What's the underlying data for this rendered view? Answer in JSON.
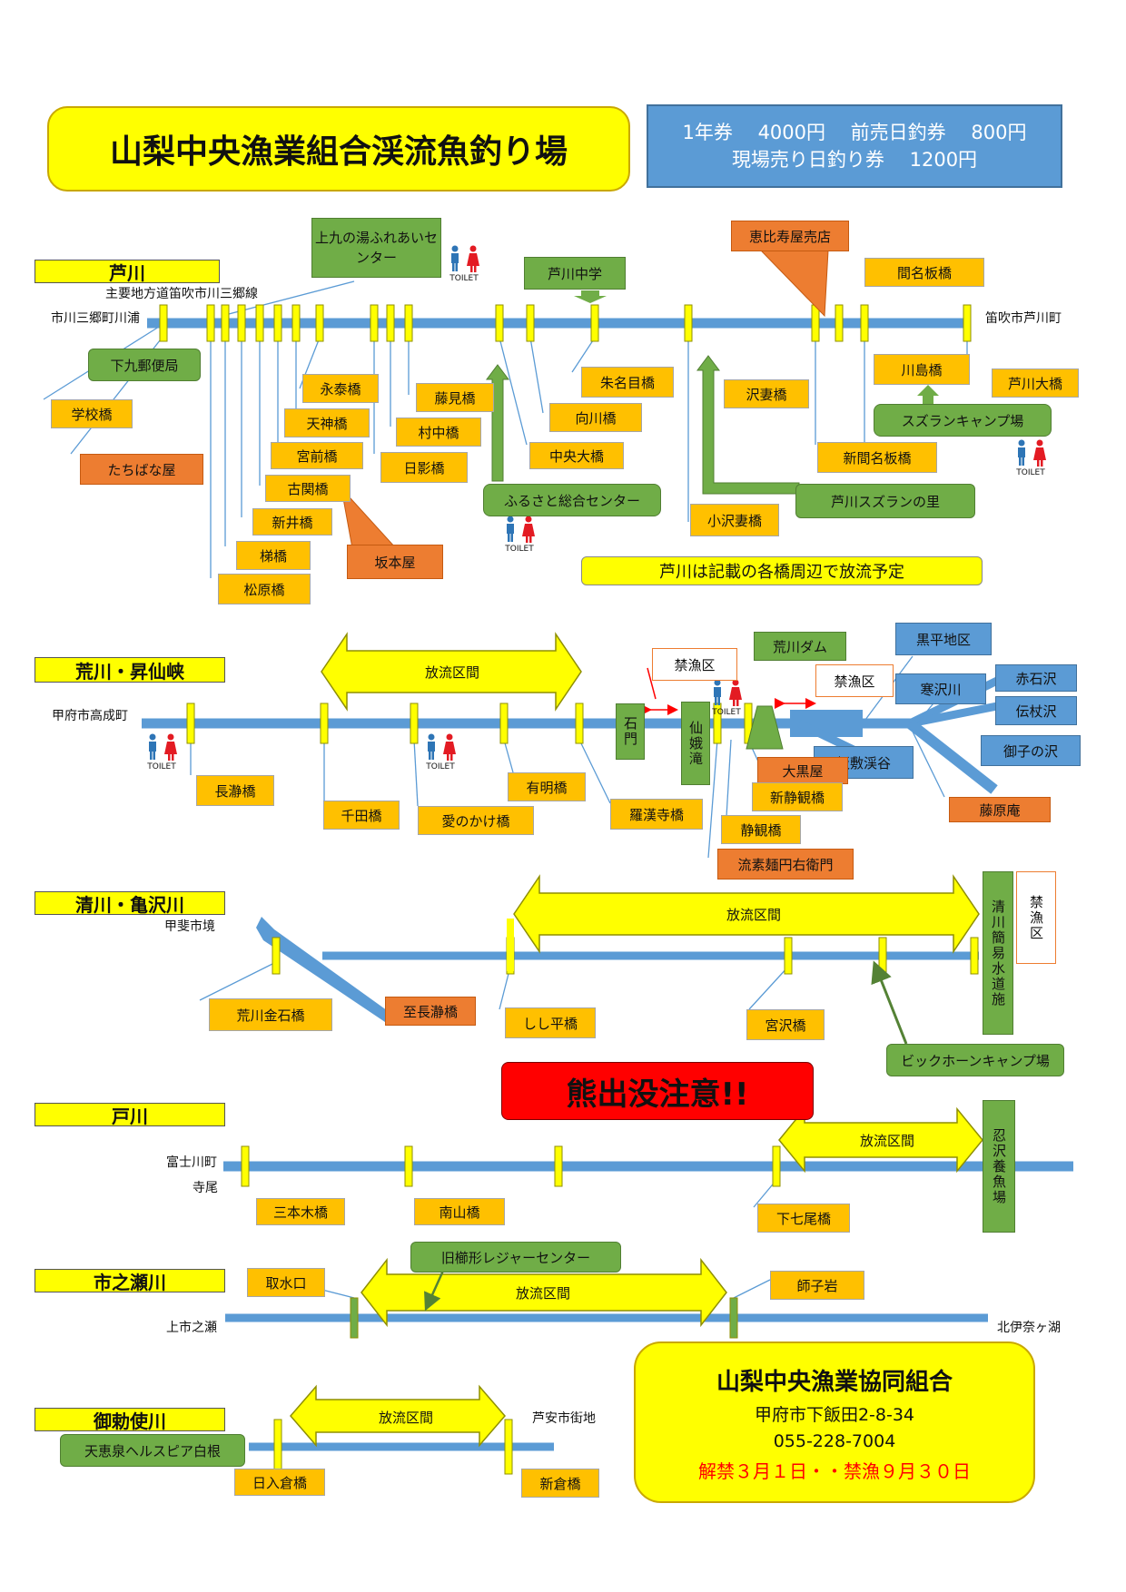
{
  "title": "山梨中央漁業組合渓流魚釣り場",
  "prices": {
    "line1": "1年券　 4000円　 前売日釣券　 800円",
    "line2": "現場売り日釣り券　 1200円"
  },
  "sections": {
    "ashigawa": {
      "name": "芦川",
      "road": "主要地方道笛吹市川三郷線",
      "left_end": "市川三郷町川浦",
      "right_end": "笛吹市芦川町",
      "note": "芦川は記載の各橋周辺で放流予定",
      "labels": {
        "kamikuno": "上九の湯ふれあいセンター",
        "ebisuya": "恵比寿屋売店",
        "ashigawa_jhs": "芦川中学",
        "manaita": "間名板橋",
        "shimokuku_po": "下九郵便局",
        "gakko": "学校橋",
        "tachibanaya": "たちばな屋",
        "eitai": "永泰橋",
        "tenjin": "天神橋",
        "miyamae": "宮前橋",
        "furuseki": "古関橋",
        "arai": "新井橋",
        "hashigo": "梯橋",
        "matsubara": "松原橋",
        "sakamotoya": "坂本屋",
        "fujimi": "藤見橋",
        "muranaka": "村中橋",
        "hikage": "日影橋",
        "furusato": "ふるさと総合センター",
        "shumeime": "朱名目橋",
        "mukaikawa": "向川橋",
        "chuo": "中央大橋",
        "sawazuma": "沢妻橋",
        "kozawazuma": "小沢妻橋",
        "suzuran_sato": "芦川スズランの里",
        "kawashima": "川島橋",
        "ashigawa_ohashi": "芦川大橋",
        "suzuran_camp": "スズランキャンプ場",
        "shin_manaita": "新間名板橋"
      }
    },
    "arakawa": {
      "name": "荒川・昇仙峡",
      "left_end": "甲府市高成町",
      "release": "放流区間",
      "labels": {
        "kinryo1": "禁漁区",
        "kinryo2": "禁漁区",
        "arakawa_dam": "荒川ダム",
        "kurobira": "黒平地区",
        "kanzawa": "寒沢川",
        "akaishi": "赤石沢",
        "denjo": "伝杖沢",
        "onkonosawa": "御子の沢",
        "itashiki": "板敷渓谷",
        "fujiwara": "藤原庵",
        "ishimon": "石門",
        "senga": "仙娥滝",
        "ookuro": "大黒屋",
        "shin_seikan": "新静観橋",
        "seikan": "静観橋",
        "ryuso": "流素麺円右衛門",
        "nagatoro": "長瀞橋",
        "senda": "千田橋",
        "ainokake": "愛のかけ橋",
        "ariake": "有明橋",
        "rakanji": "羅漢寺橋"
      }
    },
    "kiyokawa": {
      "name": "清川・亀沢川",
      "boundary": "甲斐市境",
      "release": "放流区間",
      "kinryo": "禁漁区",
      "waterworks": "清川簡易水道施",
      "labels": {
        "arakawa_kaneishi": "荒川金石橋",
        "shi_nagatoro": "至長瀞橋",
        "shishidaira": "しし平橋",
        "miyazawa": "宮沢橋",
        "bighorn": "ビックホーンキャンプ場"
      }
    },
    "bear": "熊出没注意!!",
    "togawa": {
      "name": "戸川",
      "left_end1": "富士川町",
      "left_end2": "寺尾",
      "release": "放流区間",
      "farm": "忍沢養魚場",
      "labels": {
        "sanbongi": "三本木橋",
        "minamiyama": "南山橋",
        "shimonanao": "下七尾橋"
      }
    },
    "ichinose": {
      "name": "市之瀬川",
      "left_end": "上市之瀬",
      "right_end": "北伊奈ヶ湖",
      "release": "放流区間",
      "labels": {
        "kyu_kushigata": "旧櫛形レジャーセンター",
        "shusuiguchi": "取水口",
        "shishiiwa": "師子岩"
      }
    },
    "midaishi": {
      "name": "御勅使川",
      "right_end": "芦安市街地",
      "release": "放流区間",
      "labels": {
        "tenkeisen": "天恵泉ヘルスピア白根",
        "hiirikura": "日入倉橋",
        "shinkura": "新倉橋"
      }
    }
  },
  "association": {
    "name": "山梨中央漁業協同組合",
    "address": "甲府市下飯田2-8-34",
    "phone": "055-228-7004",
    "season": "解禁３月１日・・禁漁９月３０日"
  },
  "toilet_label": "TOILET",
  "colors": {
    "river": "#5b9bd5",
    "yellow": "#ffff00",
    "orange_label": "#ffc000",
    "shop": "#ed7d31",
    "green": "#70ad47",
    "blue_box": "#5b9bd5",
    "bear": "#ff0000"
  },
  "icons": [
    "toilet-icon"
  ]
}
